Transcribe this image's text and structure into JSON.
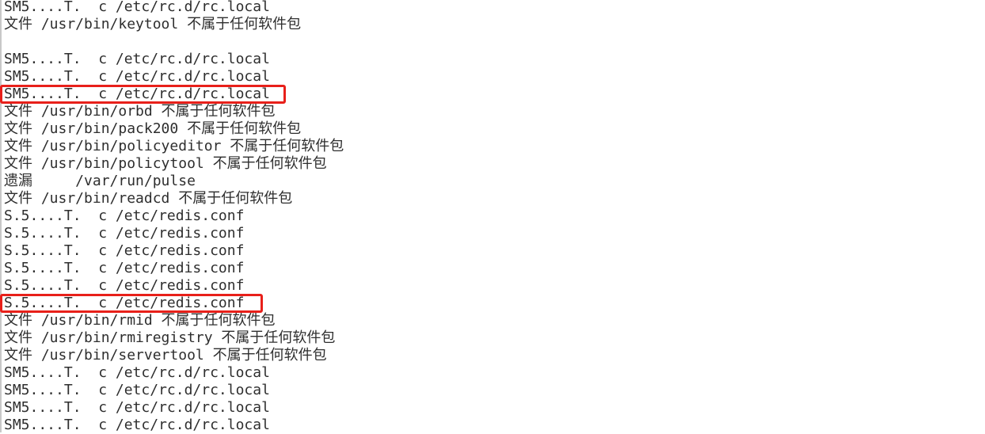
{
  "terminal": {
    "lines": [
      "SM5....T.  c /etc/rc.d/rc.local",
      "文件 /usr/bin/keytool 不属于任何软件包",
      "",
      "SM5....T.  c /etc/rc.d/rc.local",
      "SM5....T.  c /etc/rc.d/rc.local",
      "SM5....T.  c /etc/rc.d/rc.local",
      "文件 /usr/bin/orbd 不属于任何软件包",
      "文件 /usr/bin/pack200 不属于任何软件包",
      "文件 /usr/bin/policyeditor 不属于任何软件包",
      "文件 /usr/bin/policytool 不属于任何软件包",
      "遗漏     /var/run/pulse",
      "文件 /usr/bin/readcd 不属于任何软件包",
      "S.5....T.  c /etc/redis.conf",
      "S.5....T.  c /etc/redis.conf",
      "S.5....T.  c /etc/redis.conf",
      "S.5....T.  c /etc/redis.conf",
      "S.5....T.  c /etc/redis.conf",
      "S.5....T.  c /etc/redis.conf",
      "文件 /usr/bin/rmid 不属于任何软件包",
      "文件 /usr/bin/rmiregistry 不属于任何软件包",
      "文件 /usr/bin/servertool 不属于任何软件包",
      "SM5....T.  c /etc/rc.d/rc.local",
      "SM5....T.  c /etc/rc.d/rc.local",
      "SM5....T.  c /etc/rc.d/rc.local",
      "SM5....T.  c /etc/rc.d/rc.local"
    ],
    "highlighted_lines": [
      5,
      17
    ],
    "highlight_color": "#e8201a"
  }
}
